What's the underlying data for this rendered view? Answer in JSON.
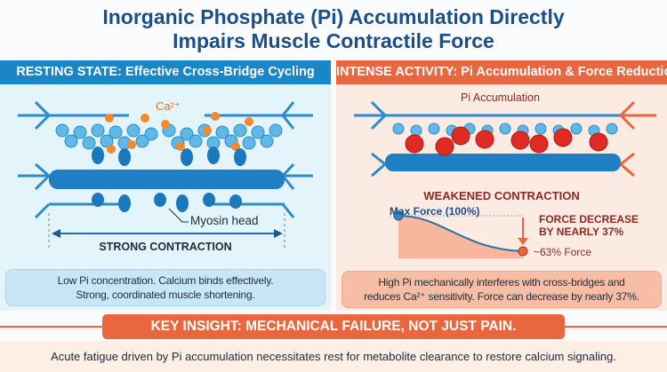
{
  "title": {
    "line1": "Inorganic Phosphate (Pi) Accumulation Directly",
    "line2": "Impairs Muscle Contractile Force"
  },
  "left": {
    "header": "RESTING STATE: Effective Cross-Bridge Cycling",
    "ca_label": "Ca²⁺",
    "myosin_label": "Myosin head",
    "contraction_label": "STRONG CONTRACTION",
    "caption_line1": "Low Pi concentration. Calcium binds effectively.",
    "caption_line2": "Strong, coordinated muscle shortening."
  },
  "right": {
    "header": "INTENSE ACTIVITY: Pi Accumulation & Force Reduction",
    "pi_label": "Pi Accumulation",
    "contraction_label": "WEAKENED CONTRACTION",
    "max_force": "Max Force (100%)",
    "decrease_line1": "FORCE DECREASE",
    "decrease_line2": "BY NEARLY 37%",
    "end_force": "~63% Force",
    "caption_line1": "High Pi mechanically interferes with cross-bridges and",
    "caption_line2": "reduces Ca²⁺ sensitivity. Force can decrease by nearly 37%."
  },
  "force_levels": {
    "start_percent": 100,
    "end_percent": 63
  },
  "key_insight": "KEY INSIGHT: MECHANICAL FAILURE, NOT JUST PAIN.",
  "bottom_text": "Acute fatigue driven by Pi accumulation necessitates rest for metabolite clearance to restore calcium signaling.",
  "colors": {
    "blue": "#1b86c6",
    "orange": "#e8673f",
    "navy": "#1c4f88",
    "dark_red": "#8a2a22"
  }
}
